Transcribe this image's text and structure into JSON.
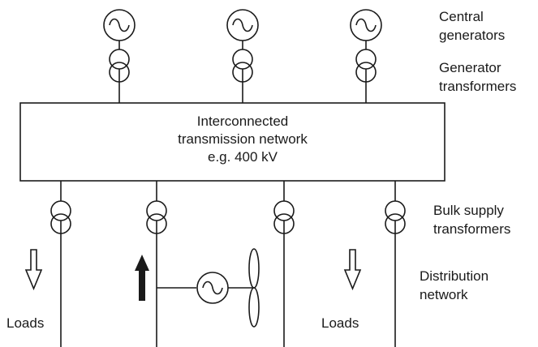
{
  "labels": {
    "central_generators": [
      "Central",
      "generators"
    ],
    "generator_transformers": [
      "Generator",
      "transformers"
    ],
    "network": [
      "Interconnected",
      "transmission network",
      "e.g. 400 kV"
    ],
    "bulk_supply_transformers": [
      "Bulk supply",
      "transformers"
    ],
    "distribution_network": [
      "Distribution",
      "network"
    ],
    "loads_left": "Loads",
    "loads_right": "Loads"
  },
  "colors": {
    "line": "#1a1a1a",
    "background": "#ffffff"
  },
  "icons": {
    "generator": "generator-icon",
    "transformer": "transformer-icon",
    "wind_turbine": "wind-turbine-icon",
    "load_arrow": "load-arrow-icon",
    "generation_arrow": "generation-arrow-icon"
  }
}
